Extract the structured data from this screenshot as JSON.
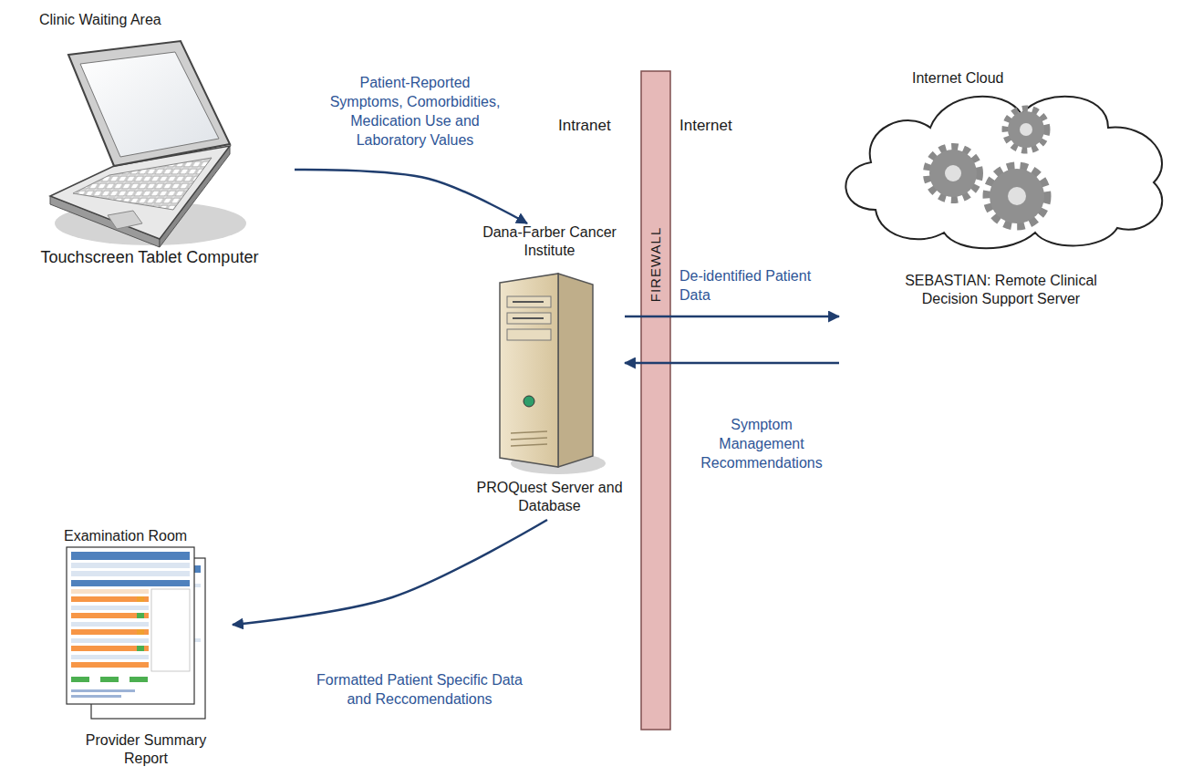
{
  "diagram": {
    "nodes": [
      {
        "text": [
          "Clinic Waiting Area",
          "Touchscreen Tablet Computer"
        ]
      },
      {
        "text": [
          "Dana-Farber Cancer Institute",
          "PROQuest Server and Database"
        ]
      },
      {
        "text": [
          "FIREWALL"
        ]
      },
      {
        "text": [
          "Internet Cloud",
          "SEBASTIAN: Remote Clinical Decision Support Server"
        ]
      },
      {
        "text": [
          "Examination Room",
          "Provider Summary Report"
        ]
      }
    ],
    "edges": [
      {
        "from": 0,
        "to": 1,
        "label": "Patient-Reported Symptoms, Comorbidities, Medication Use and Laboratory Values",
        "arrow": "to"
      },
      {
        "from": 1,
        "to": 3,
        "label": "De-identified Patient Data",
        "arrow": "to"
      },
      {
        "from": 3,
        "to": 1,
        "label": "Symptom Management Recommendations",
        "arrow": "to"
      },
      {
        "from": 1,
        "to": 4,
        "label": "Formatted Patient Specific Data and Reccomendations",
        "arrow": "to"
      }
    ],
    "labels": [
      "Intranet",
      "Internet"
    ]
  }
}
